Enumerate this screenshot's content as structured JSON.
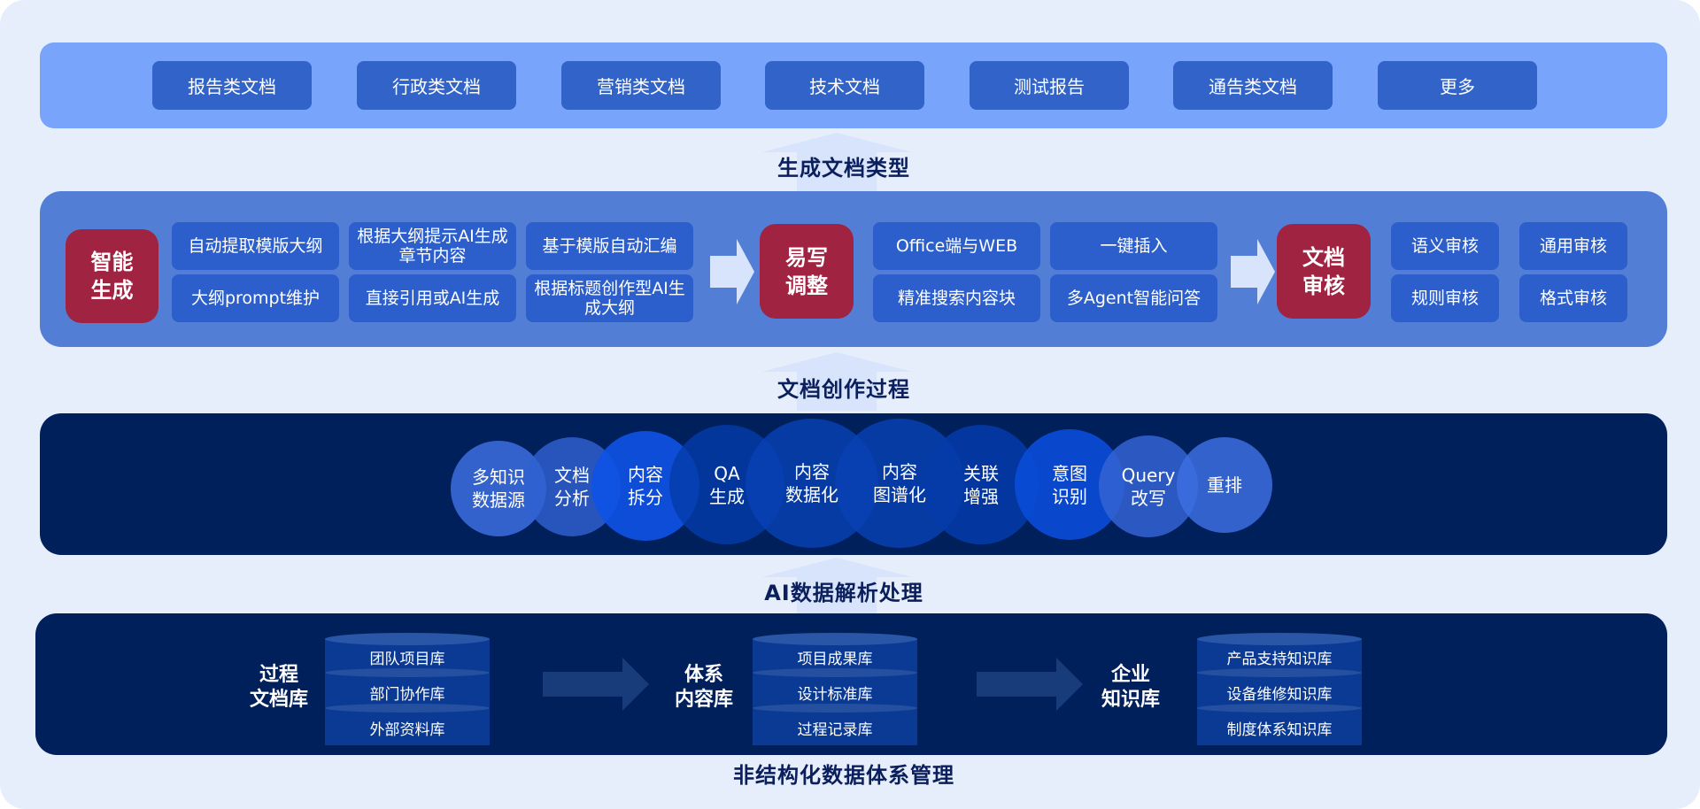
{
  "doc_types": {
    "section_label": "生成文档类型",
    "items": [
      "报告类文档",
      "行政类文档",
      "营销类文档",
      "技术文档",
      "测试报告",
      "通告类文档",
      "更多"
    ]
  },
  "writing_process": {
    "section_label": "文档创作过程",
    "stages": [
      {
        "title": "智能生成",
        "title_lines": [
          "智能",
          "生成"
        ],
        "features": [
          [
            "自动提取模版大纲",
            "大纲prompt维护"
          ],
          [
            "根据大纲提示AI生成章节内容",
            "直接引用或AI生成"
          ],
          [
            "基于模版自动汇编",
            "根据标题创作型AI生成大纲"
          ]
        ]
      },
      {
        "title": "易写调整",
        "title_lines": [
          "易写",
          "调整"
        ],
        "features": [
          [
            "Office端与WEB",
            "精准搜索内容块"
          ],
          [
            "一键插入",
            "多Agent智能问答"
          ]
        ]
      },
      {
        "title": "文档审核",
        "title_lines": [
          "文档",
          "审核"
        ],
        "features": [
          [
            "语义审核",
            "规则审核"
          ],
          [
            "通用审核",
            "格式审核"
          ]
        ]
      }
    ]
  },
  "ai_processing": {
    "section_label": "AI数据解析处理",
    "steps": [
      [
        "多知识",
        "数据源"
      ],
      [
        "文档",
        "分析"
      ],
      [
        "内容",
        "拆分"
      ],
      [
        "QA",
        "生成"
      ],
      [
        "内容",
        "数据化"
      ],
      [
        "内容",
        "图谱化"
      ],
      [
        "关联",
        "增强"
      ],
      [
        "意图",
        "识别"
      ],
      [
        "Query",
        "改写"
      ],
      [
        "重排"
      ]
    ]
  },
  "data_management": {
    "section_label": "非结构化数据体系管理",
    "libraries": [
      {
        "title_lines": [
          "过程",
          "文档库"
        ],
        "items": [
          "团队项目库",
          "部门协作库",
          "外部资料库"
        ]
      },
      {
        "title_lines": [
          "体系",
          "内容库"
        ],
        "items": [
          "项目成果库",
          "设计标准库",
          "过程记录库"
        ]
      },
      {
        "title_lines": [
          "企业",
          "知识库"
        ],
        "items": [
          "产品支持知识库",
          "设备维修知识库",
          "制度体系知识库"
        ]
      }
    ]
  },
  "colors": {
    "background": "#e6eefc",
    "row1": "#78a5fb",
    "row2": "#527ed6",
    "dark_rows": "#00205c",
    "button_blue": "#3163c9",
    "accent_red": "#a02442",
    "label_text": "#0b1f5c"
  }
}
